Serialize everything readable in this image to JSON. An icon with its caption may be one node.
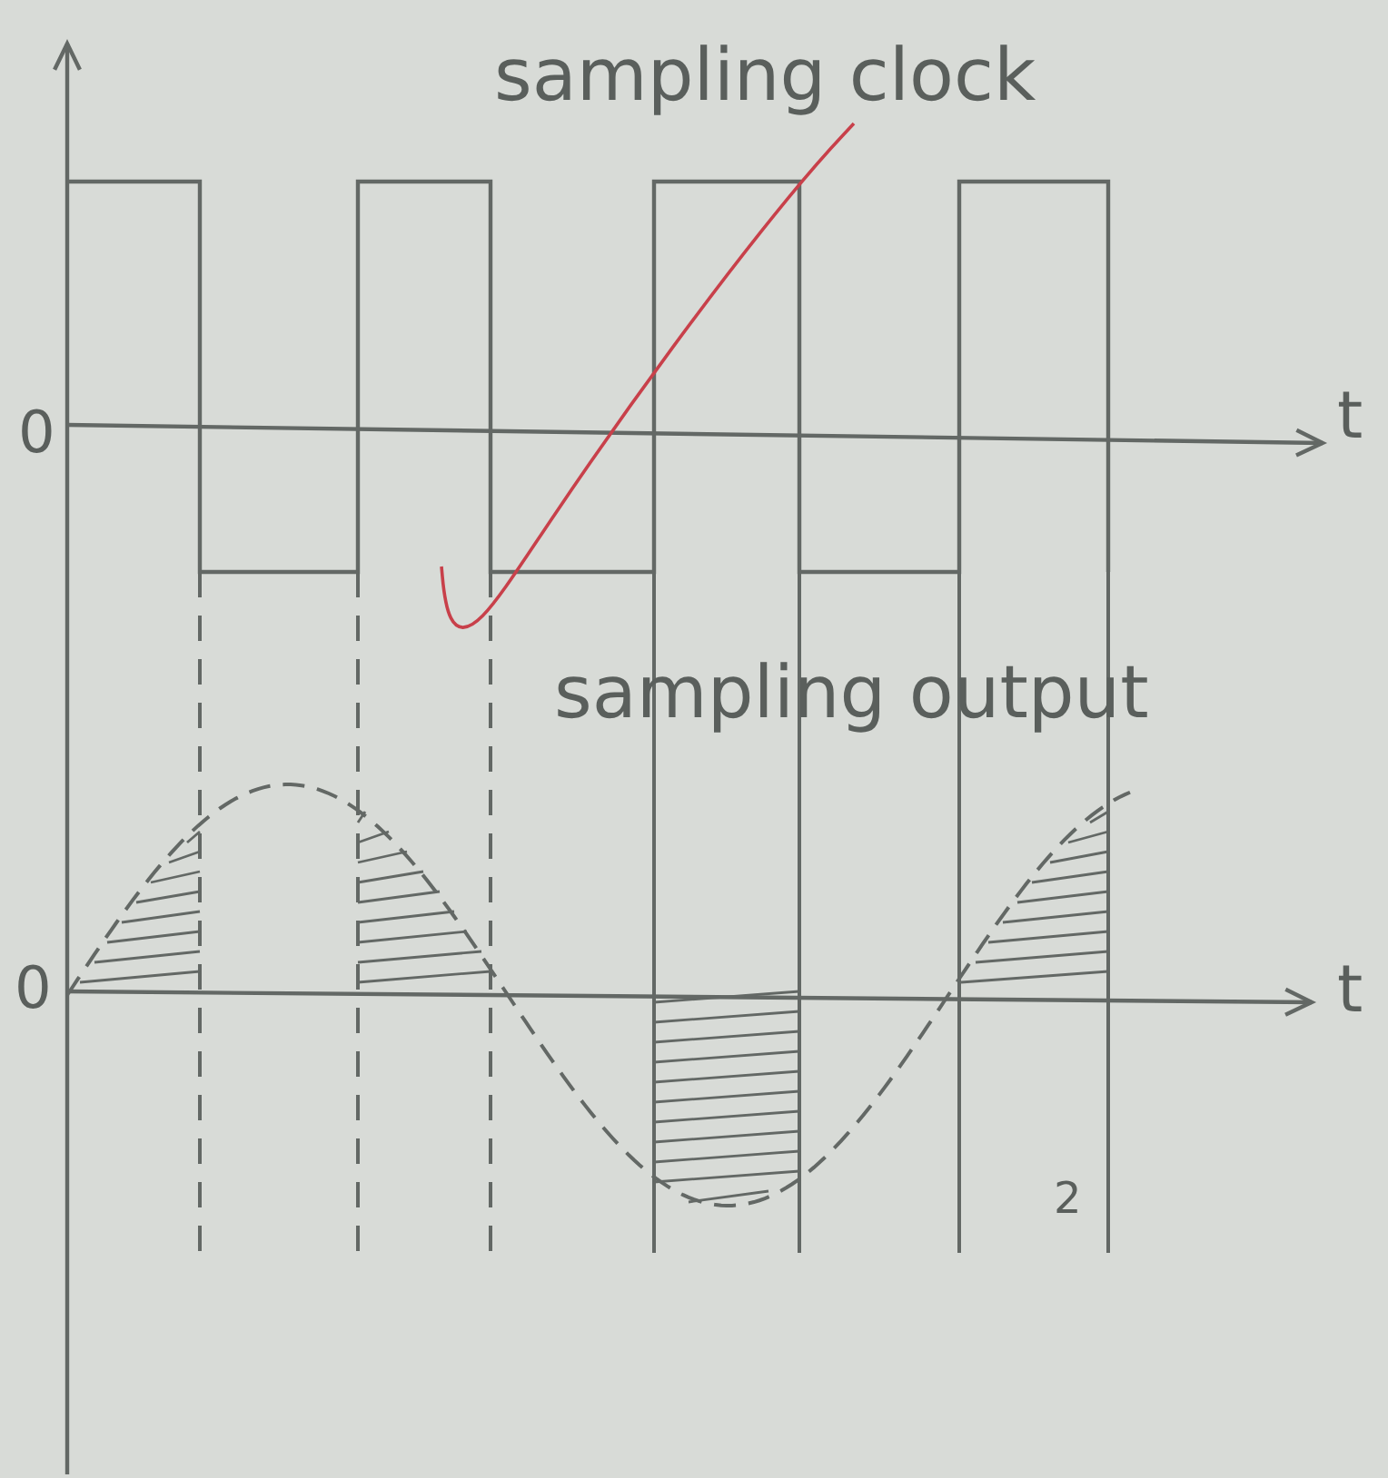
{
  "diagram": {
    "nodes": [
      {
        "text": [
          "sampling clock"
        ]
      },
      {
        "text": [],
        "shape": "picture"
      }
    ],
    "edges": [
      {
        "from": 0,
        "to": 1,
        "arrow": "none",
        "color": "#c8404a"
      }
    ],
    "labels": [
      "0",
      "t",
      "0",
      "t",
      "sampling output",
      "2"
    ]
  }
}
